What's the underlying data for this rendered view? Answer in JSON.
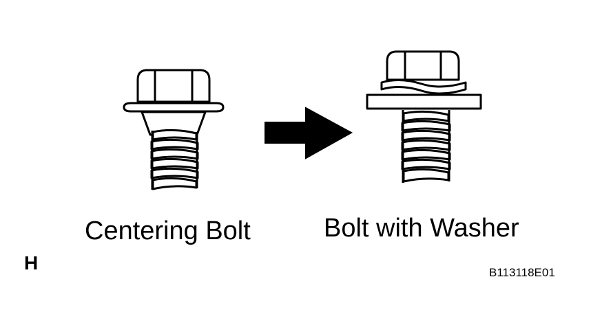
{
  "diagram": {
    "left_label": "Centering Bolt",
    "right_label": "Bolt with Washer",
    "view_letter": "H",
    "figure_code": "B113118E01"
  },
  "colors": {
    "line": "#000000",
    "fill": "#ffffff"
  }
}
